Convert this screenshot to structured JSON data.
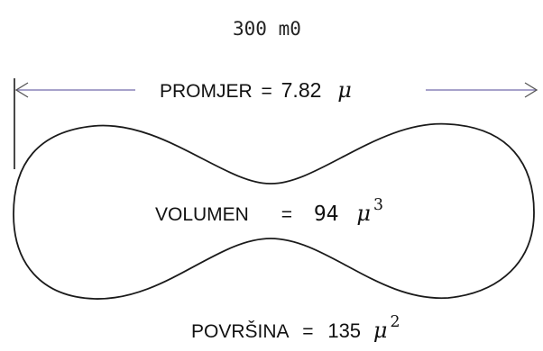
{
  "header": {
    "value": "300 m0"
  },
  "diameter": {
    "name": "PROMJER",
    "equals": "=",
    "value": "7.82",
    "unit": "μ"
  },
  "volume": {
    "name": "VOLUMEN",
    "equals": "=",
    "value": "94",
    "unit": "μ",
    "exponent": "3"
  },
  "surface": {
    "name": "POVRŠINA",
    "equals": "=",
    "value": "135",
    "unit": "μ",
    "exponent": "2"
  },
  "colors": {
    "line": "#1a1a1a",
    "arrow": "#8a84b8",
    "text": "#111111"
  }
}
